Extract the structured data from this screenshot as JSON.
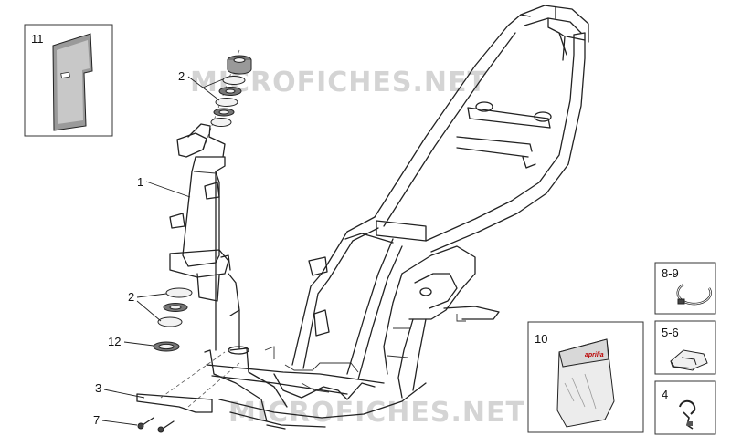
{
  "watermarks": [
    "MICROFICHES.NET",
    "MICROFICHES.NET"
  ],
  "callouts": [
    {
      "id": "11",
      "label": "11"
    },
    {
      "id": "2a",
      "label": "2"
    },
    {
      "id": "1",
      "label": "1"
    },
    {
      "id": "2b",
      "label": "2"
    },
    {
      "id": "12",
      "label": "12"
    },
    {
      "id": "3",
      "label": "3"
    },
    {
      "id": "7",
      "label": "7"
    }
  ],
  "side_boxes": [
    {
      "id": "8-9",
      "label": "8-9",
      "icon": "hose-clamp-icon"
    },
    {
      "id": "5-6",
      "label": "5-6",
      "icon": "clip-nut-icon"
    },
    {
      "id": "4",
      "label": "4",
      "icon": "cable-clip-icon"
    },
    {
      "id": "10",
      "label": "10",
      "icon": "document-pouch-icon"
    }
  ],
  "pouch_brand": "aprilia",
  "colors": {
    "line": "#222222",
    "watermark": "#d4d4d4",
    "background": "#ffffff"
  }
}
